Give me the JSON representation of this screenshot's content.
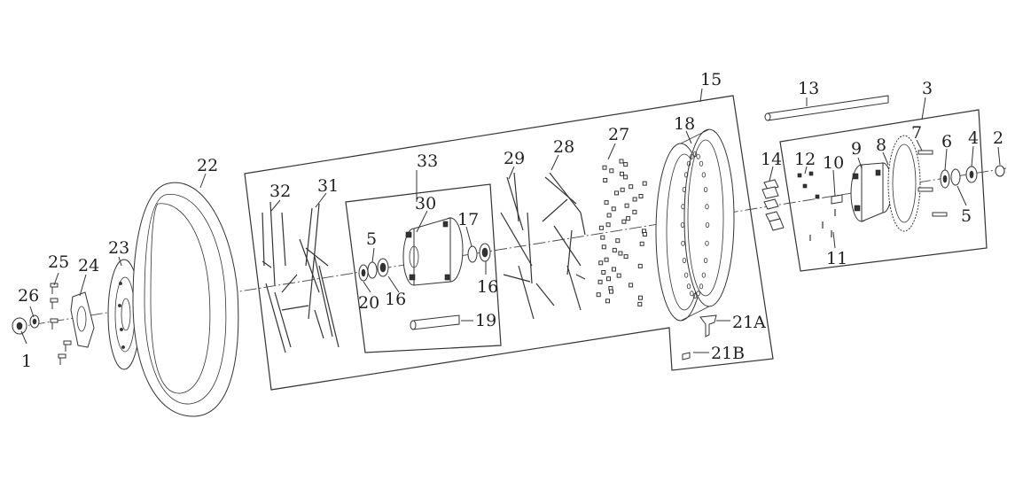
{
  "labels": {
    "p1": "1",
    "p2": "2",
    "p3": "3",
    "p4": "4",
    "p5a": "5",
    "p5b": "5",
    "p6": "6",
    "p7": "7",
    "p8": "8",
    "p9": "9",
    "p10": "10",
    "p11": "11",
    "p12": "12",
    "p13": "13",
    "p14": "14",
    "p15": "15",
    "p16a": "16",
    "p16b": "16",
    "p17": "17",
    "p18": "18",
    "p19": "19",
    "p20": "20",
    "p21a": "21A",
    "p21b": "21B",
    "p22": "22",
    "p23": "23",
    "p24": "24",
    "p25": "25",
    "p26": "26",
    "p27": "27",
    "p28": "28",
    "p29": "29",
    "p30": "30",
    "p31": "31",
    "p32": "32",
    "p33": "33"
  }
}
